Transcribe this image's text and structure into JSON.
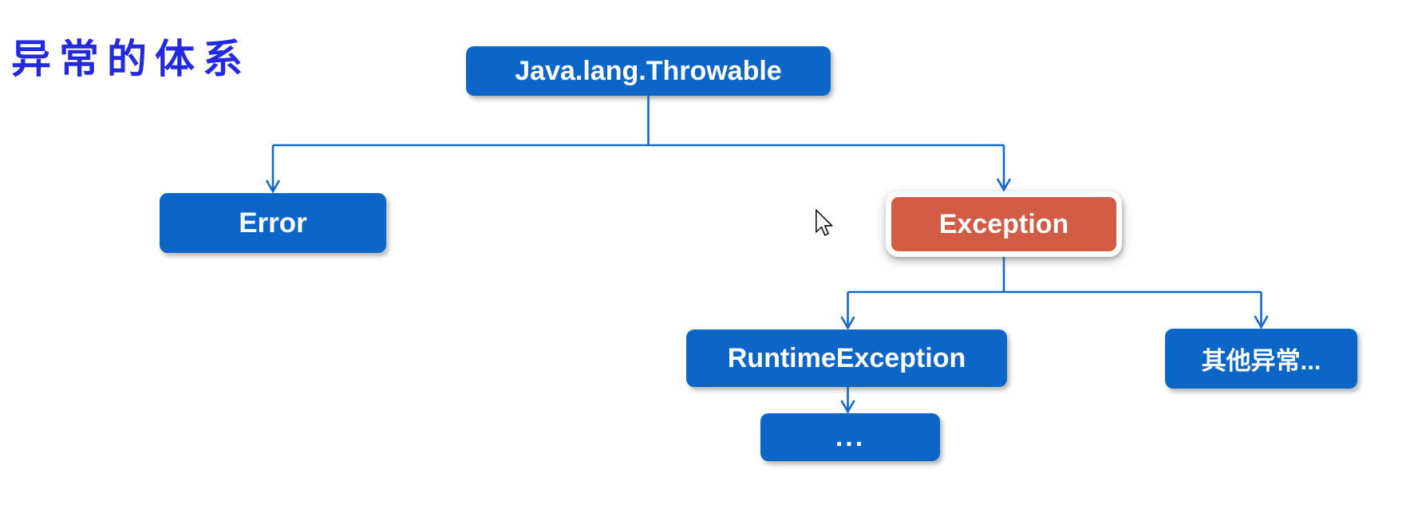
{
  "title": {
    "text": "异常的体系"
  },
  "colors": {
    "background": "#ffffff",
    "node_blue": "#0b66c8",
    "node_orange": "#d15b44",
    "node_text": "#ffffff",
    "connector": "#1568cb",
    "title_text": "#2329dc"
  },
  "diagram": {
    "nodes": [
      {
        "id": "throwable",
        "label": "Java.lang.Throwable",
        "variant": "blue"
      },
      {
        "id": "error",
        "label": "Error",
        "variant": "blue"
      },
      {
        "id": "exception",
        "label": "Exception",
        "variant": "orange-highlighted"
      },
      {
        "id": "runtime-exception",
        "label": "RuntimeException",
        "variant": "blue"
      },
      {
        "id": "other-exceptions",
        "label": "其他异常...",
        "variant": "blue"
      },
      {
        "id": "ellipsis",
        "label": "...",
        "variant": "blue"
      }
    ],
    "edges": [
      {
        "from": "throwable",
        "to": "error"
      },
      {
        "from": "throwable",
        "to": "exception"
      },
      {
        "from": "exception",
        "to": "runtime-exception"
      },
      {
        "from": "exception",
        "to": "other-exceptions"
      },
      {
        "from": "runtime-exception",
        "to": "ellipsis"
      }
    ]
  },
  "cursor": {
    "type": "arrow-pointer"
  }
}
